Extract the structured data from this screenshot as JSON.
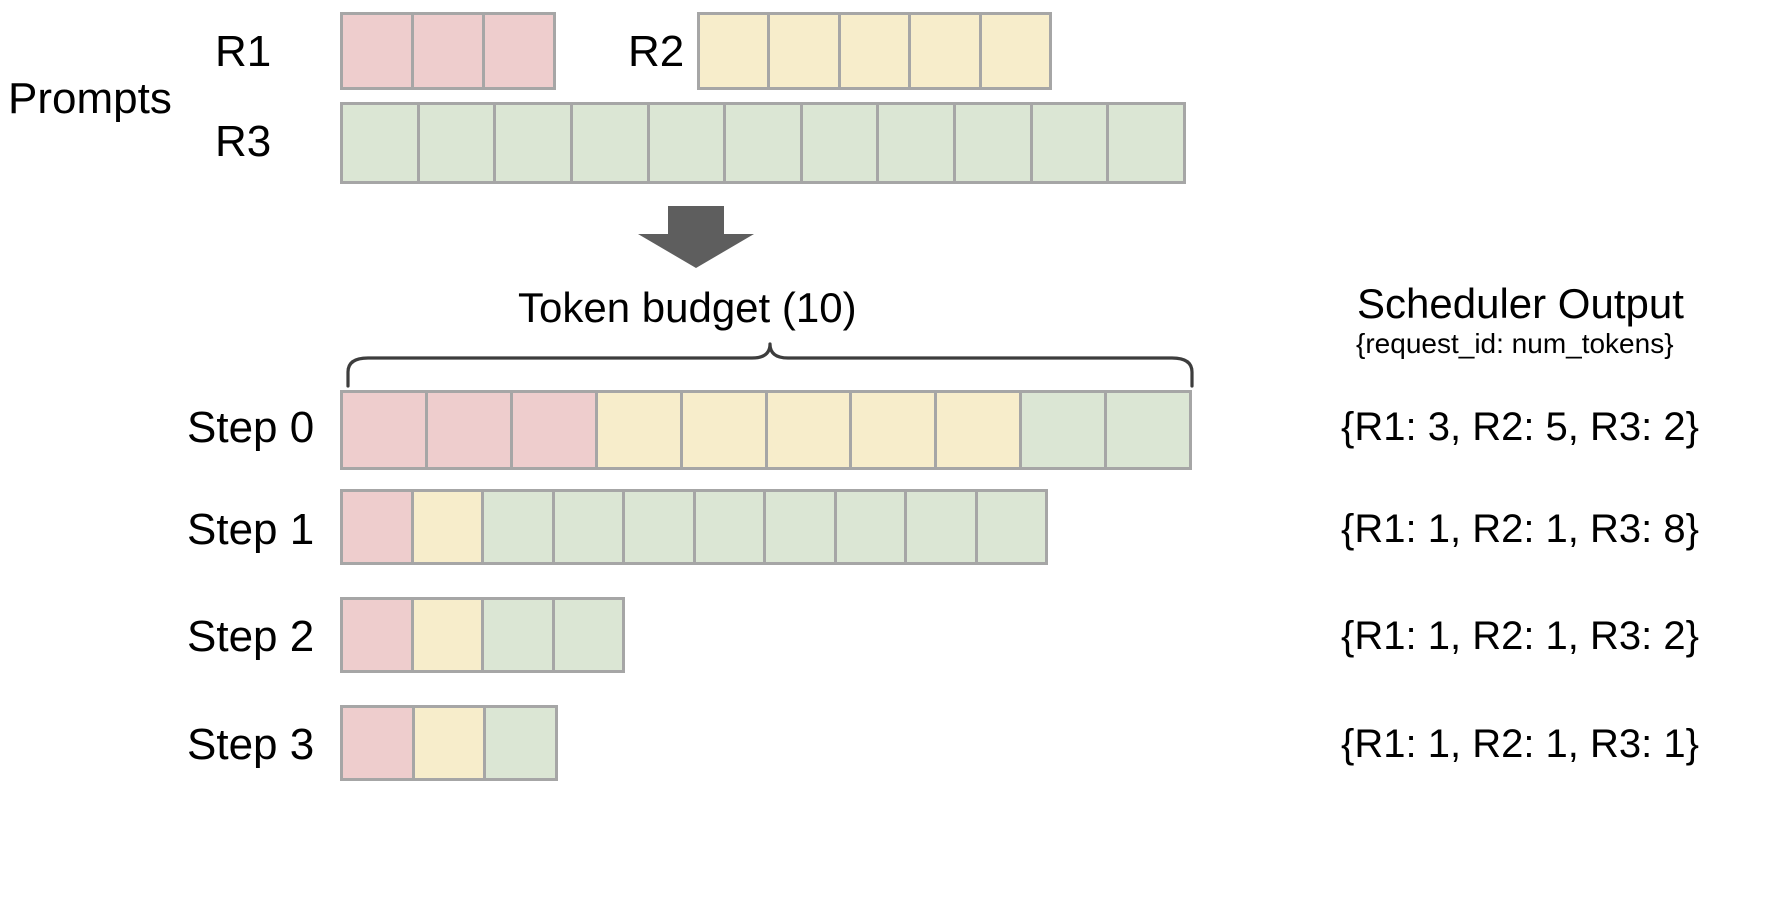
{
  "diagram": {
    "title": "Continuous batching scheduler token budget diagram",
    "colors": {
      "r1": "#eecdcd",
      "r2": "#f7edcb",
      "r3": "#dbe6d4",
      "cell_border": "#a6a6a6",
      "arrow": "#5e5e5e",
      "brace": "#3d3d3d",
      "text": "#000000",
      "background": "#ffffff"
    }
  },
  "prompts": {
    "section_label": "Prompts",
    "requests": [
      {
        "id": "R1",
        "label": "R1",
        "tokens": 3,
        "color_key": "r1"
      },
      {
        "id": "R2",
        "label": "R2",
        "tokens": 5,
        "color_key": "r2"
      },
      {
        "id": "R3",
        "label": "R3",
        "tokens": 11,
        "color_key": "r3"
      }
    ]
  },
  "arrow": {
    "icon": "down-arrow-icon",
    "direction": "down"
  },
  "budget": {
    "label": "Token  budget (10)",
    "value": 10,
    "brace_icon": "curly-brace-icon"
  },
  "scheduler_output": {
    "heading": "Scheduler Output",
    "subtitle": "{request_id: num_tokens}"
  },
  "steps": [
    {
      "label": "Step 0",
      "output": "{R1: 3, R2: 5, R3: 2}",
      "segments": [
        {
          "color_key": "r1",
          "count": 3
        },
        {
          "color_key": "r2",
          "count": 5
        },
        {
          "color_key": "r3",
          "count": 2
        }
      ],
      "total_tokens": 10
    },
    {
      "label": "Step 1",
      "output": "{R1: 1, R2: 1, R3: 8}",
      "segments": [
        {
          "color_key": "r1",
          "count": 1
        },
        {
          "color_key": "r2",
          "count": 1
        },
        {
          "color_key": "r3",
          "count": 8
        }
      ],
      "total_tokens": 10
    },
    {
      "label": "Step 2",
      "output": "{R1: 1, R2: 1, R3: 2}",
      "segments": [
        {
          "color_key": "r1",
          "count": 1
        },
        {
          "color_key": "r2",
          "count": 1
        },
        {
          "color_key": "r3",
          "count": 2
        }
      ],
      "total_tokens": 4
    },
    {
      "label": "Step 3",
      "output": "{R1: 1, R2: 1, R3: 1}",
      "segments": [
        {
          "color_key": "r1",
          "count": 1
        },
        {
          "color_key": "r2",
          "count": 1
        },
        {
          "color_key": "r3",
          "count": 1
        }
      ],
      "total_tokens": 3
    }
  ]
}
